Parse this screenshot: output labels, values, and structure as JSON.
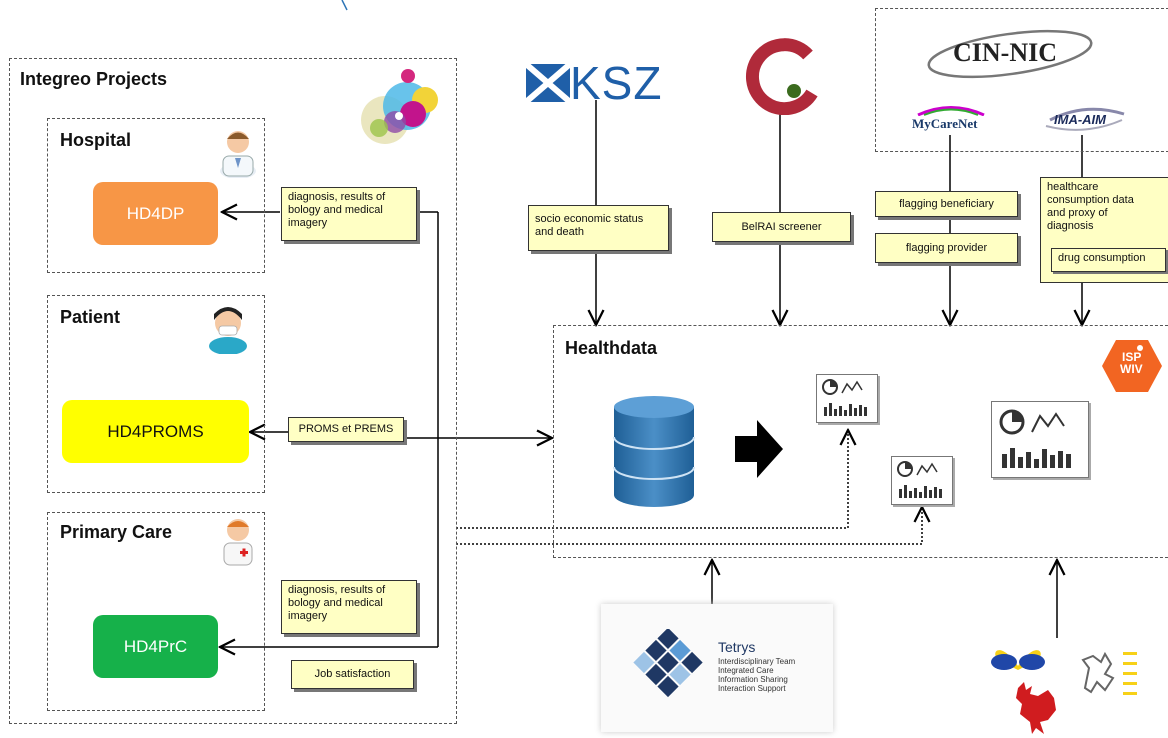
{
  "groups": {
    "integreo": {
      "title": "Integreo Projects"
    },
    "hospital": {
      "title": "Hospital"
    },
    "patient": {
      "title": "Patient"
    },
    "primary_care": {
      "title": "Primary Care"
    },
    "healthdata": {
      "title": "Healthdata"
    }
  },
  "nodes": {
    "hd4dp": {
      "label": "HD4DP",
      "color": "#f79646"
    },
    "hd4proms": {
      "label": "HD4PROMS",
      "color": "#ffff00"
    },
    "hd4prc": {
      "label": "HD4PrC",
      "color": "#16b14a"
    }
  },
  "notes": {
    "hospital_data": "diagnosis, results of bology and medical imagery",
    "proms_prems": "PROMS et PREMS",
    "primary_data": "diagnosis, results of bology and medical imagery",
    "job_satisfaction": "Job satisfaction",
    "socio_economic": "socio economic status and death",
    "belrai": "BelRAI screener",
    "flagging_beneficiary": "flagging beneficiary",
    "flagging_provider": "flagging provider",
    "healthcare_consumption": "healthcare consumption data and proxy of diagnosis",
    "drug_consumption": "drug consumption"
  },
  "sources": {
    "ksz": {
      "label": "KSZ",
      "color": "#1f5fa8"
    },
    "cin_nic": {
      "label": "CIN-NIC"
    },
    "mycarenet": {
      "label": "MyCareNet"
    },
    "ima_aim": {
      "label": "IMA-AIM"
    },
    "isp_wiv": {
      "line1": "ISP",
      "line2": "WIV",
      "color": "#f26522"
    },
    "tetrys": {
      "name": "Tetrys",
      "tagline": [
        "Interdisciplinary Team",
        "Integrated Care",
        "Information Sharing",
        "Interaction Support"
      ]
    }
  },
  "colors": {
    "database": "#2e75b6",
    "arrow": "#000000",
    "note_fill": "#ffffc4"
  }
}
